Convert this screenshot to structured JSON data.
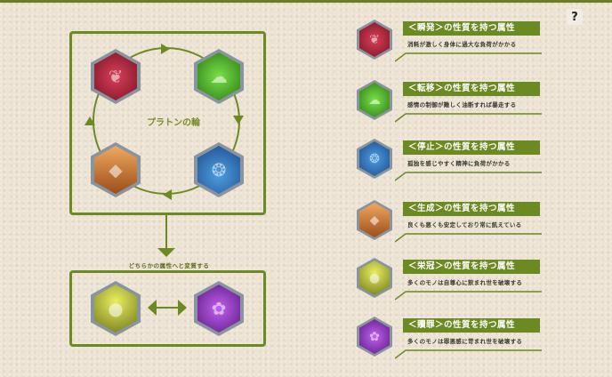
{
  "help_button": {
    "icon": "help-icon",
    "glyph": "?"
  },
  "colors": {
    "accent": "#6b8a22",
    "background": "#ece3d3",
    "label_text": "#7a8f2a"
  },
  "cycle": {
    "title": "プラトンの輪",
    "order": [
      "瞬発",
      "転移",
      "停止",
      "生成"
    ],
    "items": [
      {
        "name": "瞬発",
        "icon": "red-crest-hex-icon",
        "color": "#b8283c",
        "dark": "#7a1222"
      },
      {
        "name": "転移",
        "icon": "green-crest-hex-icon",
        "color": "#4fc423",
        "dark": "#2a7a12"
      },
      {
        "name": "停止",
        "icon": "blue-crest-hex-icon",
        "color": "#2f7ed0",
        "dark": "#1a4a8a"
      },
      {
        "name": "生成",
        "icon": "orange-crest-hex-icon",
        "color": "#e08a3a",
        "dark": "#9a4f18"
      }
    ]
  },
  "transform": {
    "label": "どちらかの属性へと変質する",
    "items": [
      {
        "name": "栄冠",
        "icon": "yellow-crest-hex-icon",
        "color": "#c8cf2a",
        "dark": "#6e7418"
      },
      {
        "name": "贖罪",
        "icon": "purple-crest-hex-icon",
        "color": "#9a35c8",
        "dark": "#5a1a80"
      }
    ]
  },
  "attributes": [
    {
      "title": "＜瞬発＞の性質を持つ属性",
      "desc": "消耗が激しく身体に過大な負荷がかかる",
      "color": "#b8283c",
      "dark": "#7a1222"
    },
    {
      "title": "＜転移＞の性質を持つ属性",
      "desc": "感情の制御が難しく油断すれば暴走する",
      "color": "#4fc423",
      "dark": "#2a7a12"
    },
    {
      "title": "＜停止＞の性質を持つ属性",
      "desc": "孤独を感じやすく精神に負荷がかかる",
      "color": "#2f7ed0",
      "dark": "#1a4a8a"
    },
    {
      "title": "＜生成＞の性質を持つ属性",
      "desc": "良くも悪くも安定しており常に飢えている",
      "color": "#e08a3a",
      "dark": "#9a4f18"
    },
    {
      "title": "＜栄冠＞の性質を持つ属性",
      "desc": "多くのモノは自尊心に飲まれ世を破壊する",
      "color": "#c8cf2a",
      "dark": "#6e7418"
    },
    {
      "title": "＜贖罪＞の性質を持つ属性",
      "desc": "多くのモノは罪悪感に苛まれ世を破壊する",
      "color": "#9a35c8",
      "dark": "#5a1a80"
    }
  ]
}
